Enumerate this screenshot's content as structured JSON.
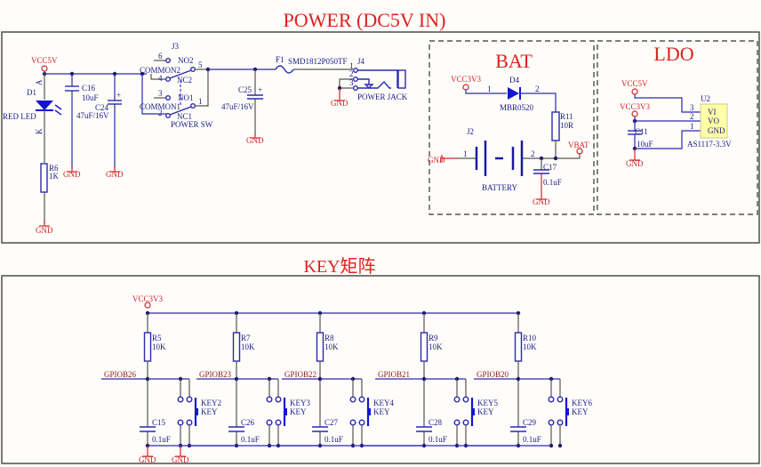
{
  "sections": {
    "power_title": "POWER (DC5V IN)",
    "bat_title": "BAT",
    "ldo_title": "LDO",
    "key_title": "KEY矩阵"
  },
  "power": {
    "vcc5v": "VCC5V",
    "d1": {
      "ref": "D1",
      "value": "RED LED",
      "anode": "A",
      "cathode": "K"
    },
    "c16": {
      "ref": "C16",
      "value": "10uF"
    },
    "c24": {
      "ref": "C24",
      "value": "47uF/16V"
    },
    "r6": {
      "ref": "R6",
      "value": "1K"
    },
    "j3": {
      "ref": "J3",
      "value": "POWER SW",
      "pins": {
        "p6": "6",
        "p4": "4",
        "p5": "5",
        "p3": "3",
        "p2": "2",
        "p1": "1"
      },
      "labels": {
        "no2": "NO2",
        "common2": "COMMON2",
        "nc2": "NC2",
        "no1": "NO1",
        "common1": "COMMON1",
        "nc1": "NC1"
      }
    },
    "c25": {
      "ref": "C25",
      "value": "47uF/16V"
    },
    "f1": {
      "ref": "F1",
      "value": "SMD1812P050TF"
    },
    "j4": {
      "ref": "J4",
      "value": "POWER JACK",
      "pins": {
        "p1": "1",
        "p2": "2",
        "p3": "3"
      }
    },
    "gnd": "GND"
  },
  "bat": {
    "vcc3v3": "VCC3V3",
    "d4": {
      "ref": "D4",
      "value": "MBR0520",
      "pin1": "1",
      "pin2": "2"
    },
    "r11": {
      "ref": "R11",
      "value": "10R"
    },
    "j2": {
      "ref": "J2",
      "value": "BATTERY",
      "pin1": "1",
      "pin2": "2"
    },
    "c17": {
      "ref": "C17",
      "value": "0.1uF"
    },
    "vbat": "VBAT",
    "gnd": "GND"
  },
  "ldo": {
    "vcc5v": "VCC5V",
    "vcc3v3": "VCC3V3",
    "c11": {
      "ref": "C11",
      "value": "10uF"
    },
    "u2": {
      "ref": "U2",
      "value": "AS1117-3.3V",
      "pins": [
        {
          "num": "3",
          "name": "VI"
        },
        {
          "num": "2",
          "name": "VO"
        },
        {
          "num": "1",
          "name": "GND"
        }
      ]
    },
    "gnd": "GND"
  },
  "keys": {
    "vcc3v3": "VCC3V3",
    "gnd": "GND",
    "channels": [
      {
        "net": "GPIOB26",
        "r": "R5",
        "rv": "10K",
        "c": "C15",
        "cv": "0.1uF",
        "k": "KEY2",
        "kv": "KEY"
      },
      {
        "net": "GPIOB23",
        "r": "R7",
        "rv": "10K",
        "c": "C26",
        "cv": "0.1uF",
        "k": "KEY3",
        "kv": "KEY"
      },
      {
        "net": "GPIOB22",
        "r": "R8",
        "rv": "10K",
        "c": "C27",
        "cv": "0.1uF",
        "k": "KEY4",
        "kv": "KEY"
      },
      {
        "net": "GPIOB21",
        "r": "R9",
        "rv": "10K",
        "c": "C28",
        "cv": "0.1uF",
        "k": "KEY5",
        "kv": "KEY"
      },
      {
        "net": "GPIOB20",
        "r": "R10",
        "rv": "10K",
        "c": "C29",
        "cv": "0.1uF",
        "k": "KEY6",
        "kv": "KEY"
      }
    ]
  }
}
